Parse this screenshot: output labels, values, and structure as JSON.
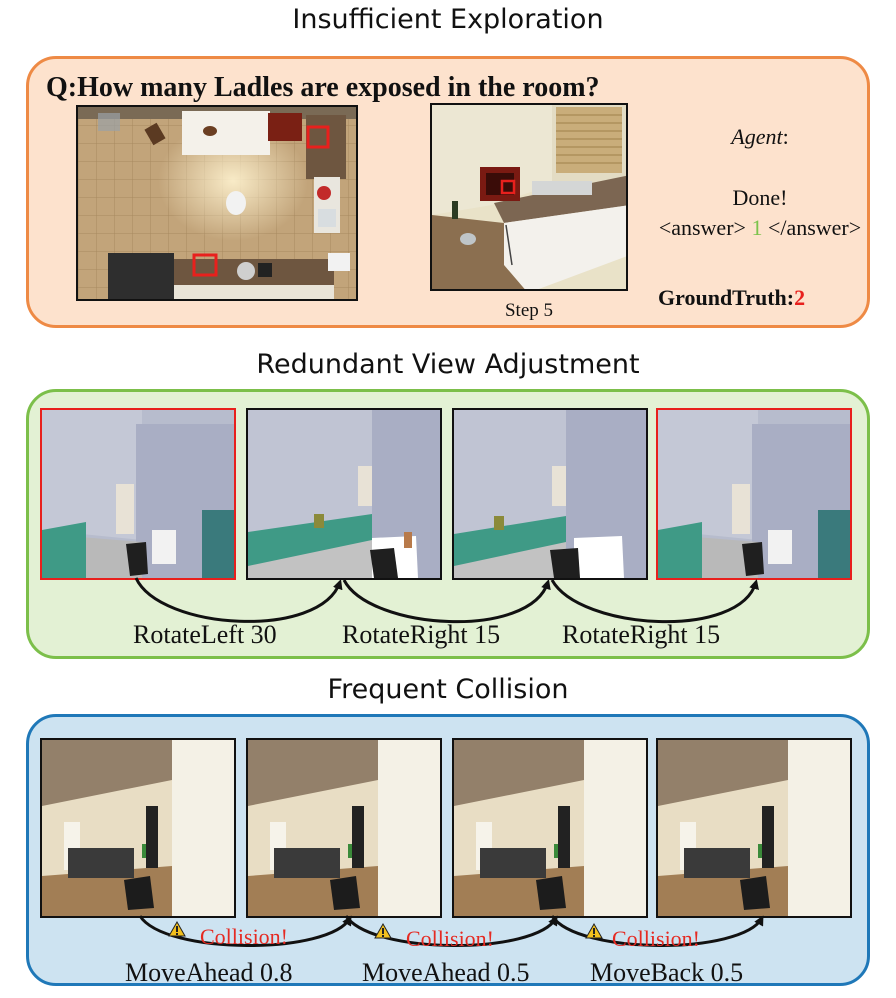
{
  "sections": {
    "exploration": {
      "title": "Insufficient Exploration",
      "question": "Q:How many Ladles are exposed in the room?",
      "step_caption": "Step 5",
      "agent_label": "Agent",
      "agent_colon": ":",
      "done_text": "Done!",
      "answer_open": "<answer>",
      "answer_value": "1",
      "answer_close": "</answer>",
      "gt_label": "GroundTruth:",
      "gt_value": "2"
    },
    "redundant": {
      "title": "Redundant View Adjustment",
      "actions": [
        "RotateLeft 30",
        "RotateRight 15",
        "RotateRight 15"
      ]
    },
    "collision": {
      "title": "Frequent Collision",
      "collision_text": "Collision!",
      "actions": [
        "MoveAhead 0.8",
        "MoveAhead 0.5",
        "MoveBack 0.5"
      ]
    }
  },
  "colors": {
    "orange_border": "#ee8a45",
    "orange_fill": "#fde2cd",
    "green_border": "#7cbf4a",
    "green_fill": "#e3f1d4",
    "blue_border": "#1f78b8",
    "blue_fill": "#cde3f1",
    "highlight_red": "#e8201d",
    "answer_green": "#7bc34c"
  }
}
